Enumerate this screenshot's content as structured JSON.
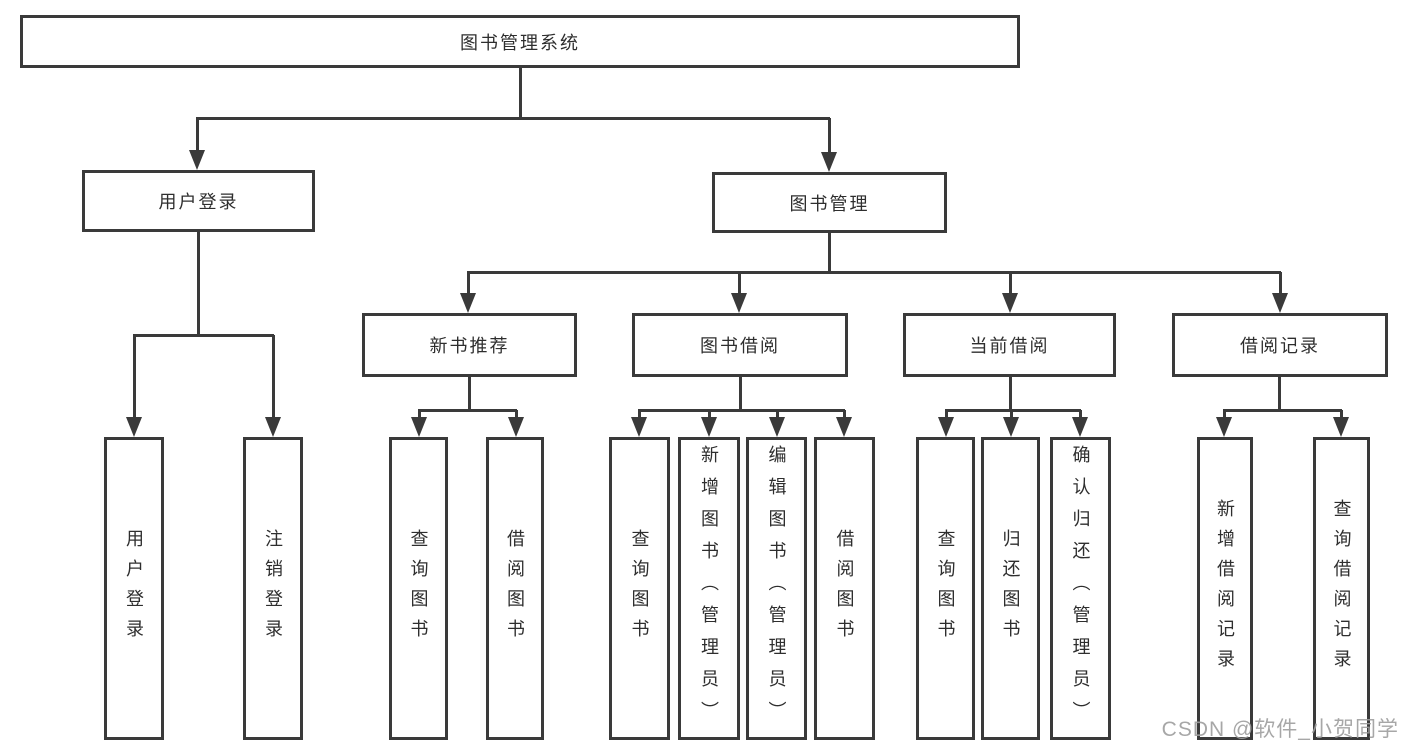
{
  "colors": {
    "line": "#3a3a3a",
    "text": "#2e2e2e",
    "watermark_gray": "#9e9e9e",
    "background": "#ffffff"
  },
  "watermark": {
    "text": "CSDN @软件_小贺同学"
  },
  "tree": {
    "label": "图书管理系统",
    "children": [
      {
        "label": "用户登录",
        "children": [
          {
            "label": "用户登录"
          },
          {
            "label": "注销登录"
          }
        ]
      },
      {
        "label": "图书管理",
        "children": [
          {
            "label": "新书推荐",
            "children": [
              {
                "label": "查询图书"
              },
              {
                "label": "借阅图书"
              }
            ]
          },
          {
            "label": "图书借阅",
            "children": [
              {
                "label": "查询图书"
              },
              {
                "label": "新增图书（管理员）"
              },
              {
                "label": "编辑图书（管理员）"
              },
              {
                "label": "借阅图书"
              }
            ]
          },
          {
            "label": "当前借阅",
            "children": [
              {
                "label": "查询图书"
              },
              {
                "label": "归还图书"
              },
              {
                "label": "确认归还（管理员）"
              }
            ]
          },
          {
            "label": "借阅记录",
            "children": [
              {
                "label": "新增借阅记录"
              },
              {
                "label": "查询借阅记录"
              }
            ]
          }
        ]
      }
    ]
  }
}
